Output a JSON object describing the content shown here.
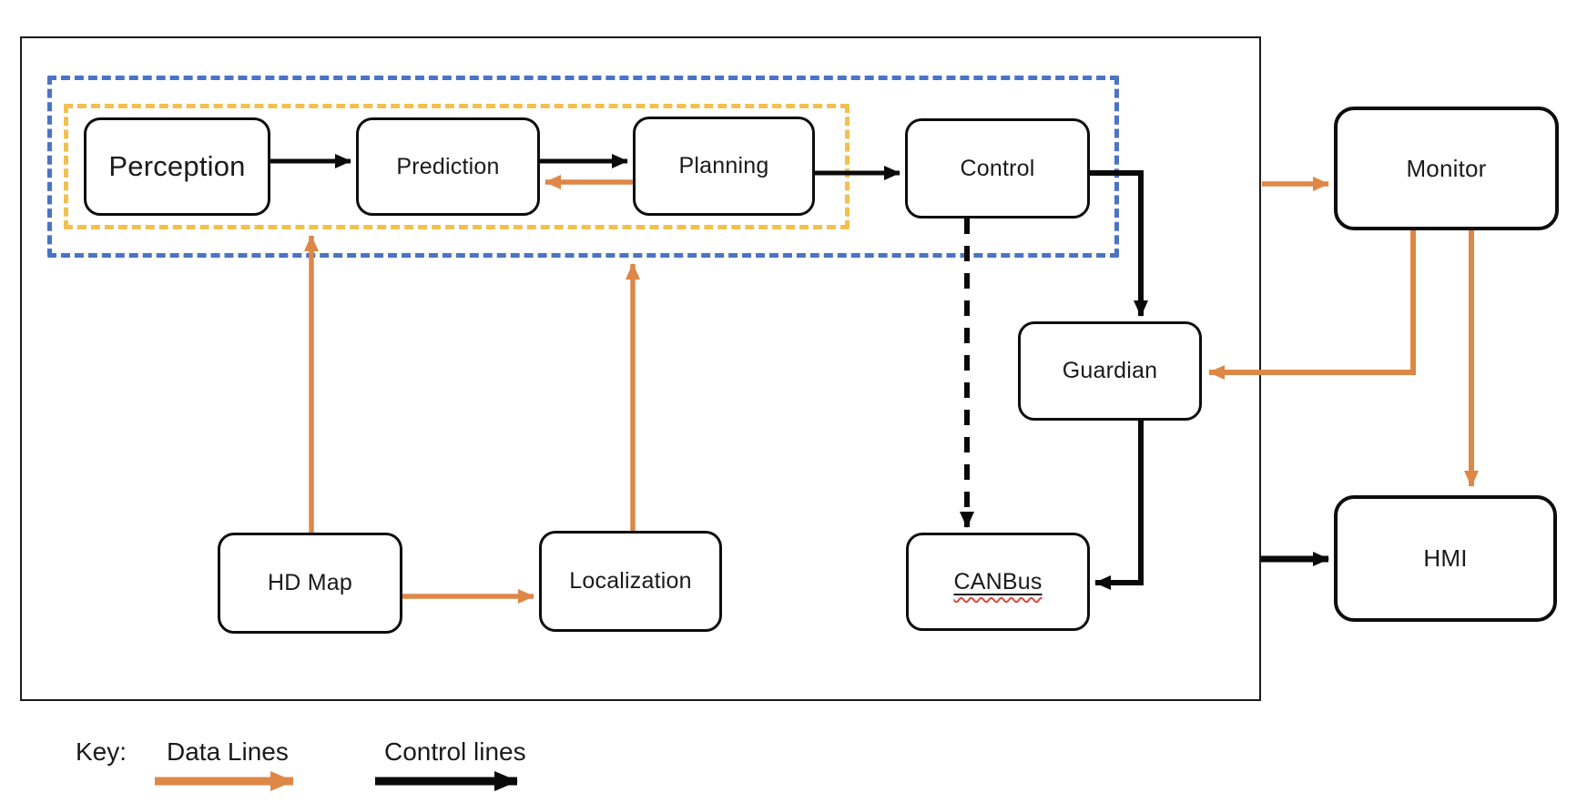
{
  "diagram": {
    "nodes": {
      "perception": {
        "label": "Perception"
      },
      "prediction": {
        "label": "Prediction"
      },
      "planning": {
        "label": "Planning"
      },
      "control": {
        "label": "Control"
      },
      "monitor": {
        "label": "Monitor"
      },
      "guardian": {
        "label": "Guardian"
      },
      "hmi": {
        "label": "HMI"
      },
      "canbus": {
        "label": "CANBus"
      },
      "hdmap": {
        "label": "HD Map"
      },
      "localization": {
        "label": "Localization"
      }
    },
    "key": {
      "title": "Key:",
      "data_lines_label": "Data Lines",
      "control_lines_label": "Control lines"
    },
    "colors": {
      "data_line_orange": "#DE8747",
      "control_line_black": "#0a0a0a",
      "inner_group_dashed_border": "#F2C04D",
      "outer_group_dashed_border": "#4A74C4",
      "spellcheck_squiggle": "#E0483E",
      "box_border": "#0d0d0d",
      "background": "#ffffff"
    }
  }
}
